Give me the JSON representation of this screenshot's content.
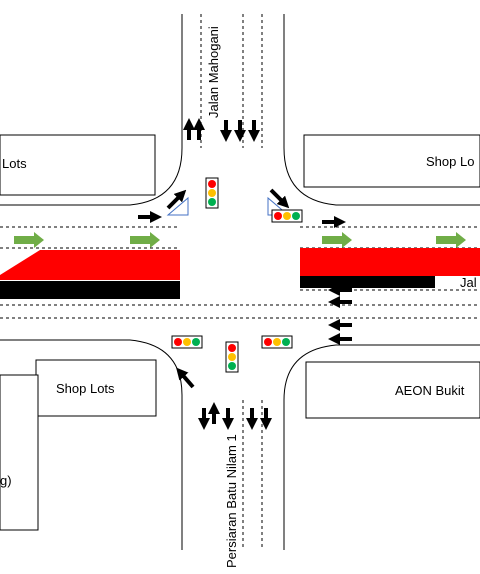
{
  "roads": {
    "north": "Jalan Mahogani",
    "south": "Persiaran Batu Nilam 1",
    "east": "Jal"
  },
  "buildings": {
    "northwest": "Lots",
    "northeast": "Shop Lo",
    "southwest": "Shop Lots",
    "southeast": "AEON Bukit",
    "west_partial": "g)"
  },
  "colors": {
    "road_line": "#000000",
    "highlight_red": "#ff0000",
    "green_arrow": "#70ad47",
    "signal_red": "#ff0000",
    "signal_amber": "#ffc000",
    "signal_green": "#00b050",
    "triangle_blue": "#4472c4"
  },
  "icons": [
    "traffic-light-icon",
    "arrow-icon",
    "triangle-icon"
  ]
}
